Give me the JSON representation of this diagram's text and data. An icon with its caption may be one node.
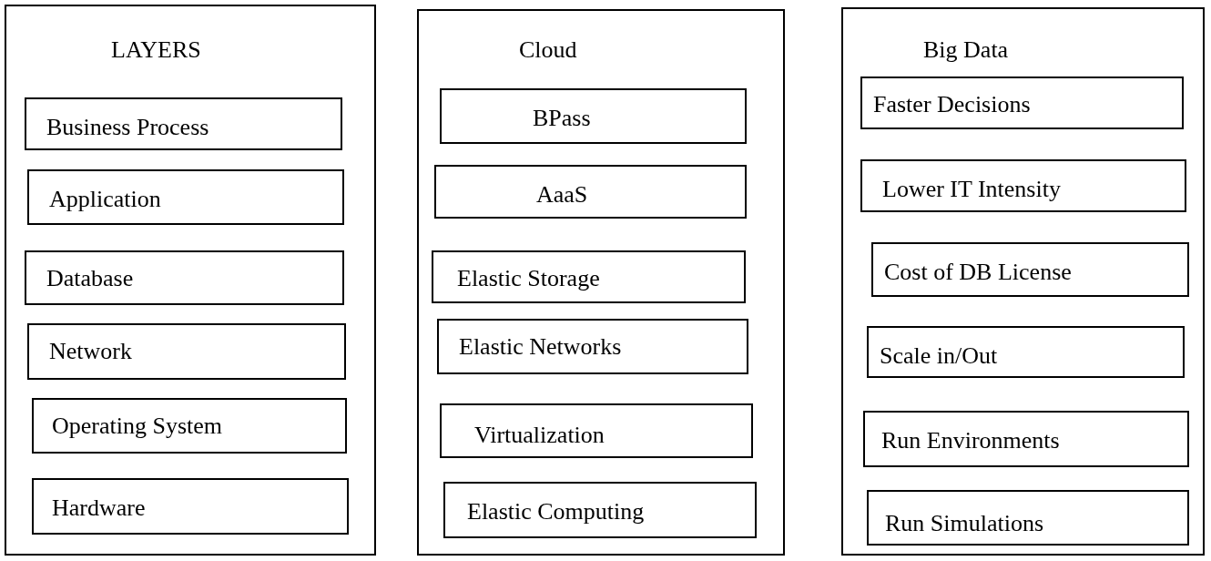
{
  "diagram": {
    "nodes": [
      {
        "text": [
          "LAYERS"
        ]
      },
      {
        "text": [
          "Business Process"
        ],
        "in": 0
      },
      {
        "text": [
          "Application"
        ],
        "in": 0
      },
      {
        "text": [
          "Database"
        ],
        "in": 0
      },
      {
        "text": [
          "Network"
        ],
        "in": 0
      },
      {
        "text": [
          "Operating System"
        ],
        "in": 0
      },
      {
        "text": [
          "Hardware"
        ],
        "in": 0
      },
      {
        "text": [
          "Cloud"
        ]
      },
      {
        "text": [
          "BPass"
        ],
        "in": 7
      },
      {
        "text": [
          "AaaS"
        ],
        "in": 7
      },
      {
        "text": [
          "Elastic Storage"
        ],
        "in": 7
      },
      {
        "text": [
          "Elastic Networks"
        ],
        "in": 7
      },
      {
        "text": [
          "Virtualization"
        ],
        "in": 7
      },
      {
        "text": [
          "Elastic Computing"
        ],
        "in": 7
      },
      {
        "text": [
          "Big Data"
        ]
      },
      {
        "text": [
          "Faster Decisions"
        ],
        "in": 14
      },
      {
        "text": [
          "Lower IT Intensity"
        ],
        "in": 14
      },
      {
        "text": [
          "Cost of DB License"
        ],
        "in": 14
      },
      {
        "text": [
          "Scale in/Out"
        ],
        "in": 14
      },
      {
        "text": [
          "Run Environments"
        ],
        "in": 14
      },
      {
        "text": [
          "Run Simulations"
        ],
        "in": 14
      }
    ]
  }
}
